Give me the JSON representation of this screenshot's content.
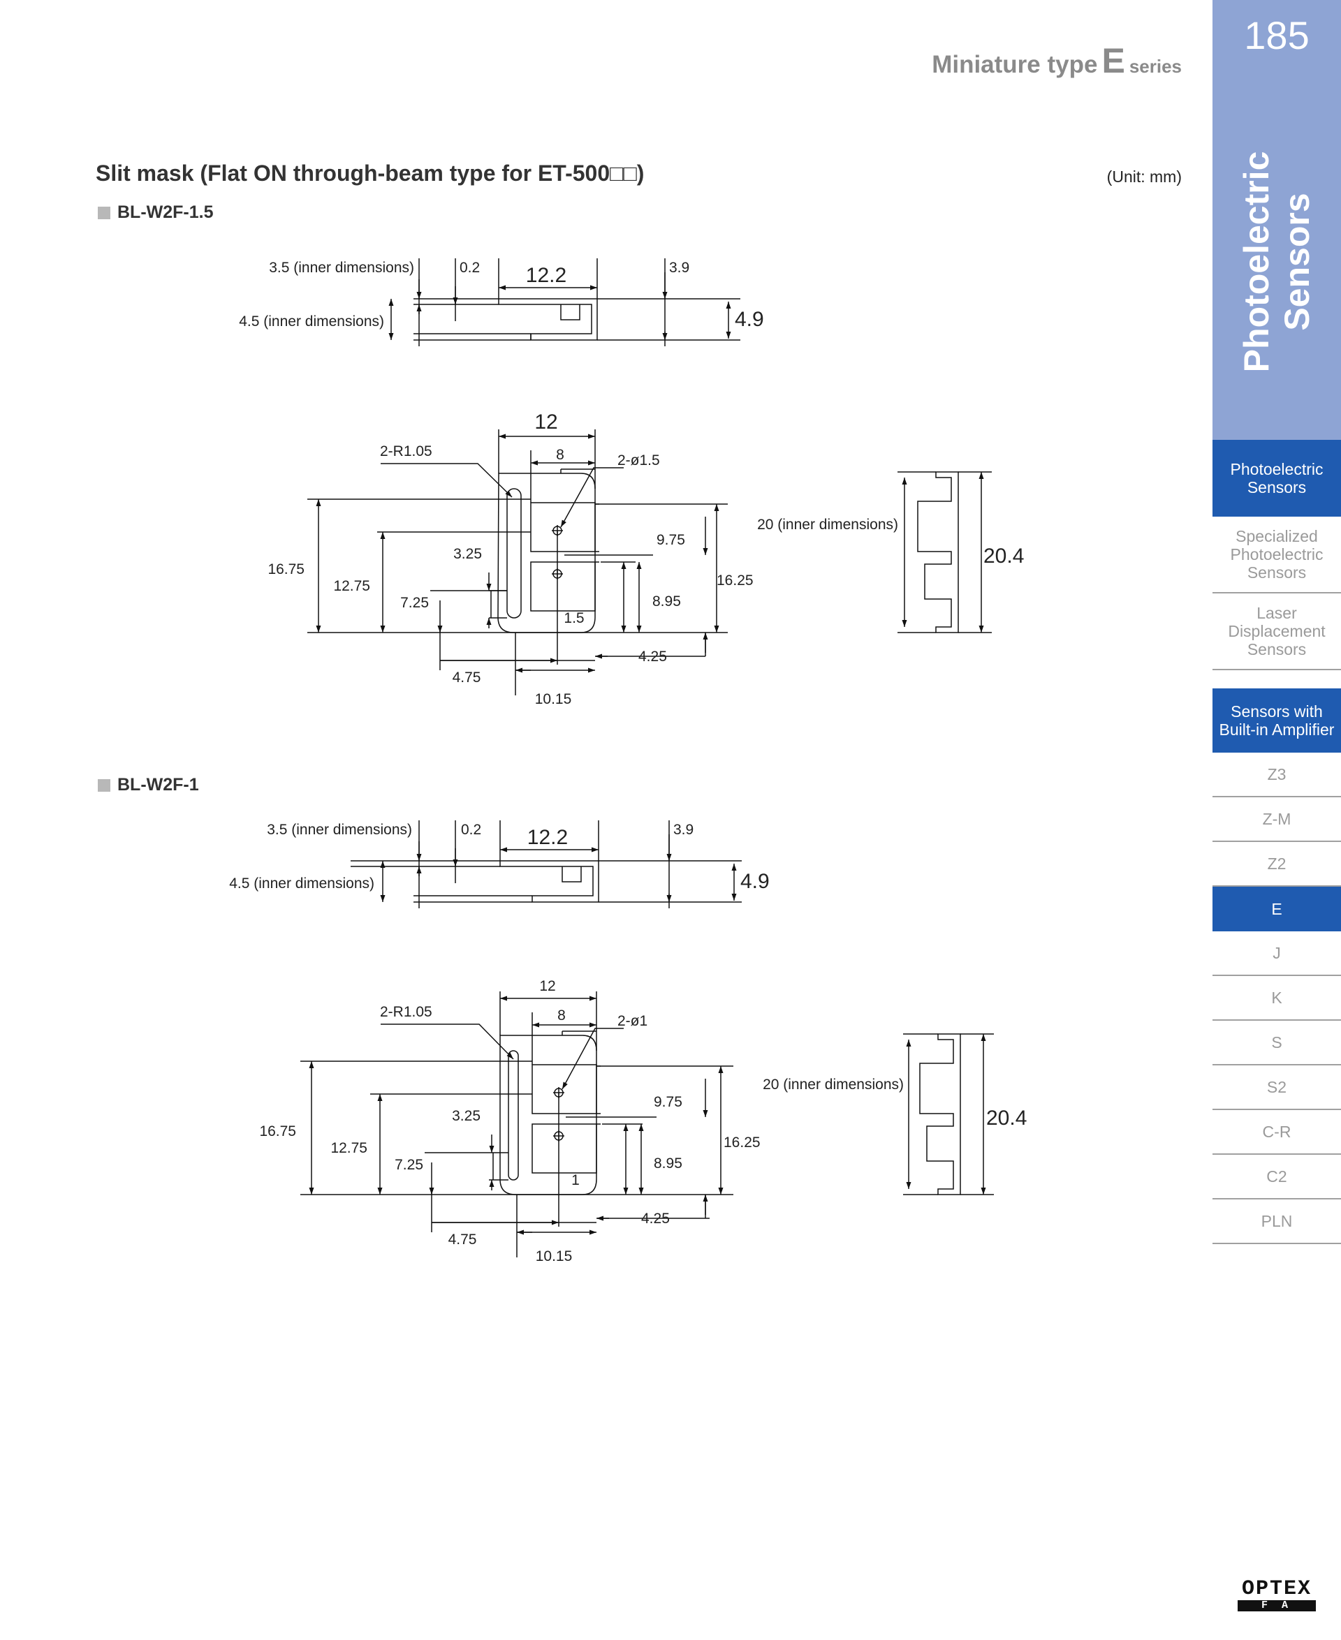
{
  "header": {
    "series_prefix": "Miniature type",
    "series_letter": "E",
    "series_suffix": "series"
  },
  "page_number": "185",
  "sidebar": {
    "vertical_line1": "Photoelectric",
    "vertical_line2": "Sensors",
    "items": [
      {
        "label": "Photoelectric Sensors",
        "active": true
      },
      {
        "label": "Specialized Photoelectric Sensors",
        "active": false
      },
      {
        "label": "Laser Displacement Sensors",
        "active": false
      },
      {
        "label": "Sensors with Built-in Amplifier",
        "active": true
      },
      {
        "label": "Z3",
        "active": false
      },
      {
        "label": "Z-M",
        "active": false
      },
      {
        "label": "Z2",
        "active": false
      },
      {
        "label": "E",
        "active": true
      },
      {
        "label": "J",
        "active": false
      },
      {
        "label": "K",
        "active": false
      },
      {
        "label": "S",
        "active": false
      },
      {
        "label": "S2",
        "active": false
      },
      {
        "label": "C-R",
        "active": false
      },
      {
        "label": "C2",
        "active": false
      },
      {
        "label": "PLN",
        "active": false
      }
    ]
  },
  "section": {
    "title": "Slit mask (Flat ON through-beam type for ET-500□□)",
    "unit": "(Unit: mm)"
  },
  "models": [
    {
      "name": "BL-W2F-1.5",
      "side": {
        "inner1": "3.5 (inner dimensions)",
        "thk": "0.2",
        "width": "12.2",
        "d39": "3.9",
        "inner2": "4.5 (inner dimensions)",
        "h": "4.9"
      },
      "front": {
        "radius": "2-R1.05",
        "w12": "12",
        "w8": "8",
        "hole": "2-ø1.5",
        "d1675": "16.75",
        "d1275": "12.75",
        "d725": "7.25",
        "d325": "3.25",
        "slit": "1.5",
        "d975": "9.75",
        "d895": "8.95",
        "d1625": "16.25",
        "d425": "4.25",
        "d475": "4.75",
        "d1015": "10.15"
      },
      "end": {
        "inner": "20 (inner dimensions)",
        "h": "20.4"
      }
    },
    {
      "name": "BL-W2F-1",
      "side": {
        "inner1": "3.5 (inner dimensions)",
        "thk": "0.2",
        "width": "12.2",
        "d39": "3.9",
        "inner2": "4.5 (inner dimensions)",
        "h": "4.9"
      },
      "front": {
        "radius": "2-R1.05",
        "w12": "12",
        "w8": "8",
        "hole": "2-ø1",
        "d1675": "16.75",
        "d1275": "12.75",
        "d725": "7.25",
        "d325": "3.25",
        "slit": "1",
        "d975": "9.75",
        "d895": "8.95",
        "d1625": "16.25",
        "d425": "4.25",
        "d475": "4.75",
        "d1015": "10.15"
      },
      "end": {
        "inner": "20 (inner dimensions)",
        "h": "20.4"
      }
    }
  ],
  "logo": {
    "top": "OPTEX",
    "bottom": "FA"
  }
}
